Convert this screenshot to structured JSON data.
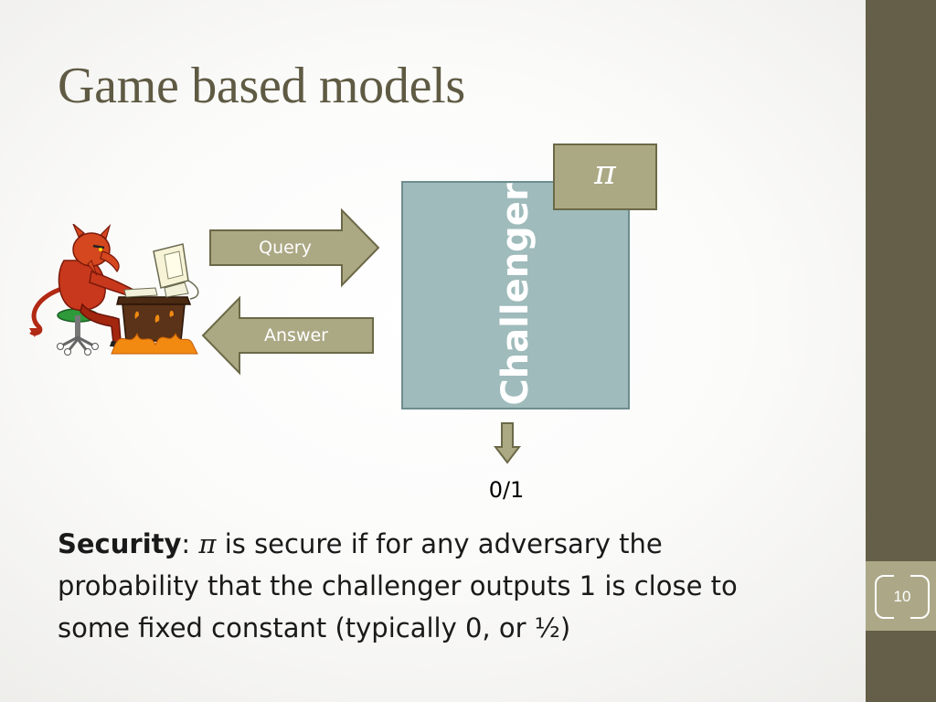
{
  "slide": {
    "title": "Game based models",
    "page_number": "10"
  },
  "diagram": {
    "challenger_label": "Challenger",
    "pi_symbol": "π",
    "query_label": "Query",
    "answer_label": "Answer",
    "output_label": "0/1"
  },
  "security": {
    "term": "Security",
    "colon": ":",
    "pi_symbol": "π",
    "line1_rest": "is secure if for any adversary the",
    "line2": "probability that  the challenger outputs 1 is close to",
    "line3": "some fixed constant (typically 0, or ½)"
  },
  "colors": {
    "sidebar": "#655f49",
    "badge": "#aca887",
    "title": "#5f5a43",
    "challenger_fill": "#9fbbbc",
    "arrow_fill": "#aba884",
    "arrow_stroke": "#6c6948"
  },
  "icons": {
    "adversary": "devil-at-computer-icon"
  }
}
